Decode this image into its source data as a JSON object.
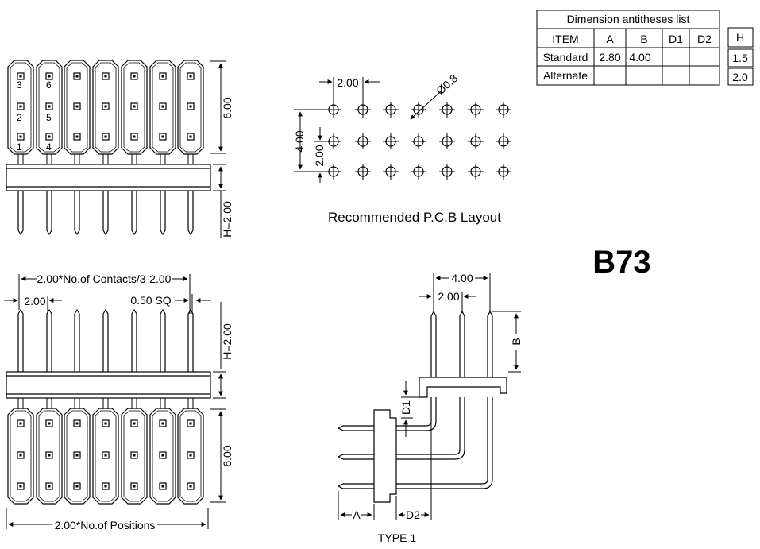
{
  "dimension_table": {
    "title": "Dimension antitheses list",
    "headers": [
      "ITEM",
      "A",
      "B",
      "D1",
      "D2"
    ],
    "rows": [
      [
        "Standard",
        "2.80",
        "4.00",
        "",
        ""
      ],
      [
        "Alternate",
        "",
        "",
        "",
        ""
      ]
    ]
  },
  "h_table": {
    "header": "H",
    "values": [
      "1.5",
      "2.0"
    ]
  },
  "part_code": "B73",
  "pcb_layout": {
    "caption": "Recommended P.C.B Layout",
    "pitch_label": "2.00",
    "hole_label": "Ø0.8",
    "row_span_label": "4.00",
    "row_pitch_label": "2.00"
  },
  "top_view": {
    "pin_numbers": [
      "3",
      "6",
      "2",
      "5",
      "1",
      "4"
    ],
    "height_label": "6.00",
    "h_label": "H=2.00"
  },
  "front_view": {
    "contacts_label": "2.00*No.of Contacts/3-2.00",
    "pitch_label": "2.00",
    "sq_label": "0.50 SQ",
    "h_label": "H=2.00",
    "height_label": "6.00",
    "positions_label": "2.00*No.of Positions"
  },
  "side_view": {
    "span_label": "4.00",
    "pitch_label": "2.00",
    "b_label": "B",
    "d1_label": "D1",
    "a_label": "A",
    "d2_label": "D2",
    "caption": "TYPE 1"
  }
}
